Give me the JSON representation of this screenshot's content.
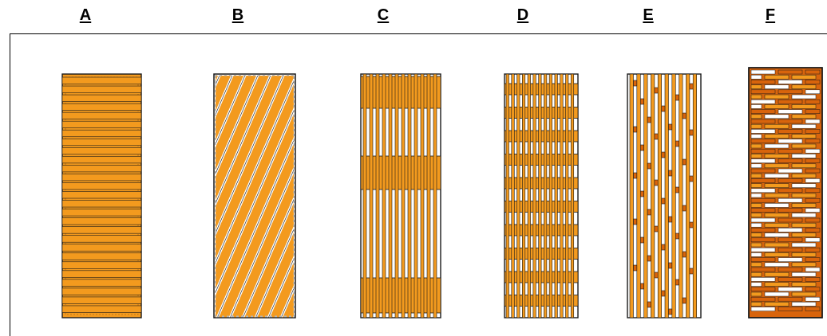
{
  "labels": [
    "A",
    "B",
    "C",
    "D",
    "E",
    "F"
  ],
  "colors": {
    "orange": "#F39A1E",
    "dark_orange": "#D8640C",
    "outline": "#1a1a1a",
    "background": "#ffffff"
  },
  "panels": [
    {
      "label": "A",
      "pattern": "horizontal-slats"
    },
    {
      "label": "B",
      "pattern": "diagonal-slats"
    },
    {
      "label": "C",
      "pattern": "vertical-slats-with-rails"
    },
    {
      "label": "D",
      "pattern": "vertical-slats-with-many-rails"
    },
    {
      "label": "E",
      "pattern": "vertical-slats-staggered-blocks"
    },
    {
      "label": "F",
      "pattern": "horizontal-brick"
    }
  ]
}
